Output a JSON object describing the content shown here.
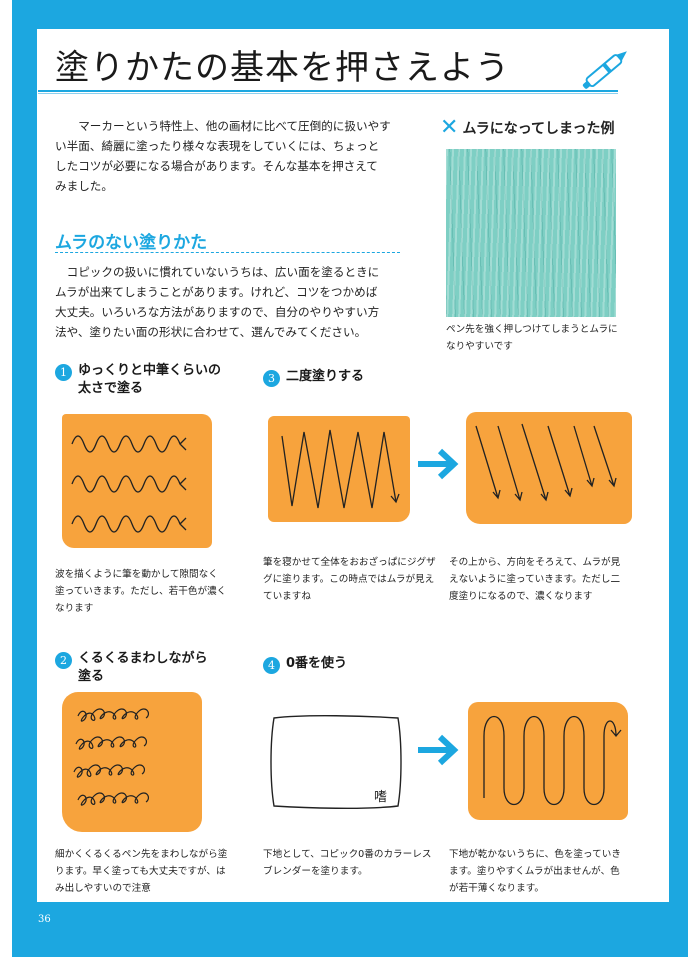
{
  "title": "塗りかたの基本を押さえよう",
  "intro": [
    "マーカーという特性上、他の画材に比べて圧倒的に扱いやす",
    "い半面、綺麗に塗ったり様々な表現をしていくには、ちょっと",
    "したコツが必要になる場合があります。そんな基本を押さえて",
    "みました。"
  ],
  "bad_example": {
    "title": "ムラになってしまった例",
    "caption": [
      "ペン先を強く押しつけてしまうとムラに",
      "なりやすいです"
    ]
  },
  "section": {
    "heading": "ムラのない塗りかた",
    "body": [
      "コピックの扱いに慣れていないうちは、広い面を塗るときに",
      "ムラが出来てしまうことがあります。けれど、コツをつかめば",
      "大丈夫。いろいろな方法がありますので、自分のやりやすい方",
      "法や、塗りたい面の形状に合わせて、選んでみてください。"
    ]
  },
  "steps": [
    {
      "num": "1",
      "label": [
        "ゆっくりと中筆くらいの",
        "太さで塗る"
      ],
      "caption": [
        "波を描くように筆を動かして隙間なく",
        "塗っていきます。ただし、若干色が濃く",
        "なります"
      ]
    },
    {
      "num": "2",
      "label": [
        "くるくるまわしながら",
        "塗る"
      ],
      "caption": [
        "細かくくるくるペン先をまわしながら塗",
        "ります。早く塗っても大丈夫ですが、は",
        "み出しやすいので注意"
      ]
    },
    {
      "num": "3",
      "label": [
        "二度塗りする"
      ],
      "caption_a": [
        "筆を寝かせて全体をおおざっぱにジグザ",
        "グに塗ります。この時点ではムラが見え",
        "ていますね"
      ],
      "caption_b": [
        "その上から、方向をそろえて、ムラが見",
        "えないように塗っていきます。ただし二",
        "度塗りになるので、濃くなります"
      ]
    },
    {
      "num": "4",
      "label": [
        "0番を使う"
      ],
      "caption_a": [
        "下地として、コピック0番のカラーレス",
        "ブレンダーを塗ります。"
      ],
      "caption_b": [
        "下地が乾かないうちに、色を塗っていき",
        "ます。塗りやすくムラが出ませんが、色",
        "が若干薄くなります。"
      ]
    }
  ],
  "sample_mark": "嗜",
  "page_number": "36",
  "colors": {
    "accent": "#1ca7e0",
    "orange": "#f7a33d",
    "teal": "#7ecfc4"
  }
}
